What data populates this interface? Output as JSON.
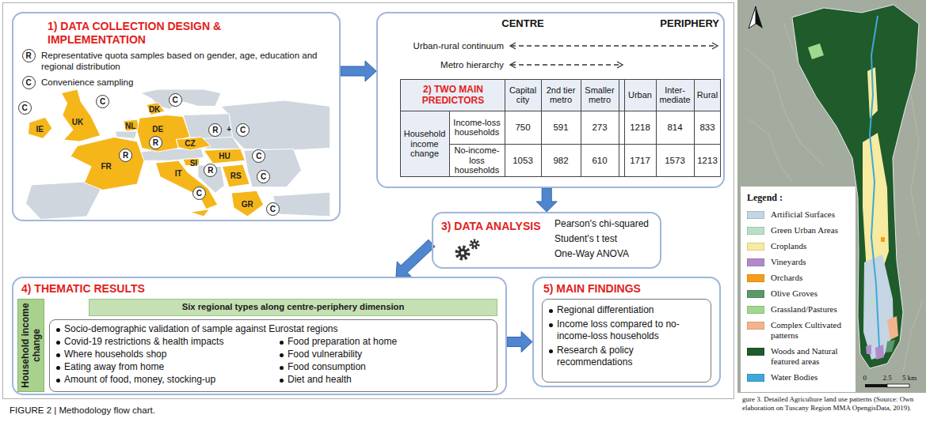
{
  "diagram": {
    "caption": "FIGURE 2 | Methodology flow chart.",
    "nodes": [
      {
        "text": [
          "1) DATA COLLECTION DESIGN & IMPLEMENTATION",
          "Representative quota samples based on gender, age, education and regional distribution",
          "Convenience sampling"
        ]
      },
      {
        "text": [
          "R"
        ],
        "in": 0
      },
      {
        "text": [
          "C"
        ],
        "in": 0
      },
      {
        "text": [
          "C"
        ],
        "in": 0
      },
      {
        "text": [
          "C"
        ],
        "in": 0
      },
      {
        "text": [
          "C"
        ],
        "in": 0
      },
      {
        "text": [
          "R"
        ],
        "in": 0
      },
      {
        "text": [
          "C"
        ],
        "in": 0
      },
      {
        "text": [
          "R"
        ],
        "in": 0
      },
      {
        "text": [
          "C"
        ],
        "in": 0
      },
      {
        "text": [
          "R"
        ],
        "in": 0
      },
      {
        "text": [
          "R"
        ],
        "in": 0
      },
      {
        "text": [
          "C"
        ],
        "in": 0
      },
      {
        "text": [
          "C"
        ],
        "in": 0
      },
      {
        "text": [
          "C"
        ],
        "in": 0
      },
      {
        "text": [
          "2) TWO MAIN PREDICTORS"
        ]
      },
      {
        "text": [
          "3) DATA ANALYSIS",
          "Pearson's chi-squared",
          "Student's t test",
          "One-Way ANOVA"
        ]
      },
      {
        "text": [
          "4) THEMATIC RESULTS"
        ]
      },
      {
        "text": [
          "Six regional types along centre-periphery dimension"
        ],
        "in": 17
      },
      {
        "text": [
          "Household income change"
        ],
        "in": 17
      },
      {
        "text": [
          "Socio-demographic validation of sample against Eurostat regions",
          "Covid-19 restrictions & health impacts",
          "Where households shop",
          "Eating away from home",
          "Amount of food, money, stocking-up",
          "Food preparation at home",
          "Food vulnerability",
          "Food consumption",
          "Diet and health"
        ],
        "in": 17
      },
      {
        "text": [
          "5) MAIN FINDINGS"
        ]
      },
      {
        "text": [
          "Regional differentiation",
          "Income loss compared to no-income-loss households",
          "Research & policy recommendations"
        ],
        "in": 21
      }
    ],
    "edges": [
      {
        "from": 0,
        "to": 15,
        "arrow": "to"
      },
      {
        "from": 15,
        "to": 16,
        "arrow": "to"
      },
      {
        "from": 16,
        "to": 17,
        "arrow": "to"
      },
      {
        "from": 17,
        "to": 21,
        "arrow": "to"
      }
    ],
    "labels": [
      "IE",
      "UK",
      "DK",
      "NL",
      "DE",
      "+",
      "CZ",
      "FR",
      "HU",
      "SI",
      "RS",
      "IT",
      "GR",
      "CENTRE",
      "PERIPHERY",
      "Urban-rural continuum",
      "Metro hierarchy",
      "Capital city",
      "2nd tier metro",
      "Smaller metro",
      "Urban",
      "Inter-mediate",
      "Rural",
      "Household income change",
      "Income-loss households",
      "750",
      "591",
      "273",
      "1218",
      "814",
      "833",
      "No-income-loss households",
      "1053",
      "982",
      "610",
      "1717",
      "1573",
      "1213",
      "Legend :",
      "0",
      "2.5",
      "5 km",
      "gure 3. Detailed Agriculture land use patterns (Source: Own elaboration on Tuscany Region MMA OpengisData, 2019)."
    ],
    "legend": [
      {
        "text": "Artificial Surfaces",
        "color": "#c5d5e4"
      },
      {
        "text": "Green Urban Areas",
        "color": "#b8e0c8"
      },
      {
        "text": "Croplands",
        "color": "#f6eba0"
      },
      {
        "text": "Vineyards",
        "color": "#b28acb"
      },
      {
        "text": "Orchards",
        "color": "#f59e1a"
      },
      {
        "text": "Olive Groves",
        "color": "#5a9a6a"
      },
      {
        "text": "Grassland/Pastures",
        "color": "#9fd88f"
      },
      {
        "text": "Complex Cultivated patterns",
        "color": "#f3b48c"
      },
      {
        "text": "Woods and Natural featured areas",
        "color": "#1f5b2b"
      },
      {
        "text": "Water Bodies",
        "color": "#3fa8d8"
      }
    ]
  }
}
